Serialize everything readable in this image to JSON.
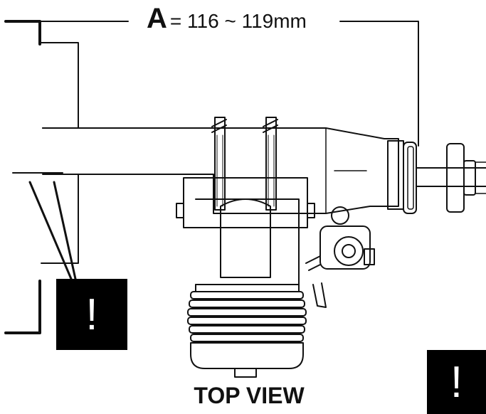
{
  "dimension": {
    "letter": "A",
    "value": "= 116 ~ 119mm"
  },
  "view_title": "TOP VIEW",
  "warnings": [
    {
      "symbol": "!"
    },
    {
      "symbol": "!"
    }
  ],
  "colors": {
    "line": "#111111",
    "warning_bg": "#000000",
    "warning_fg": "#ffffff"
  }
}
